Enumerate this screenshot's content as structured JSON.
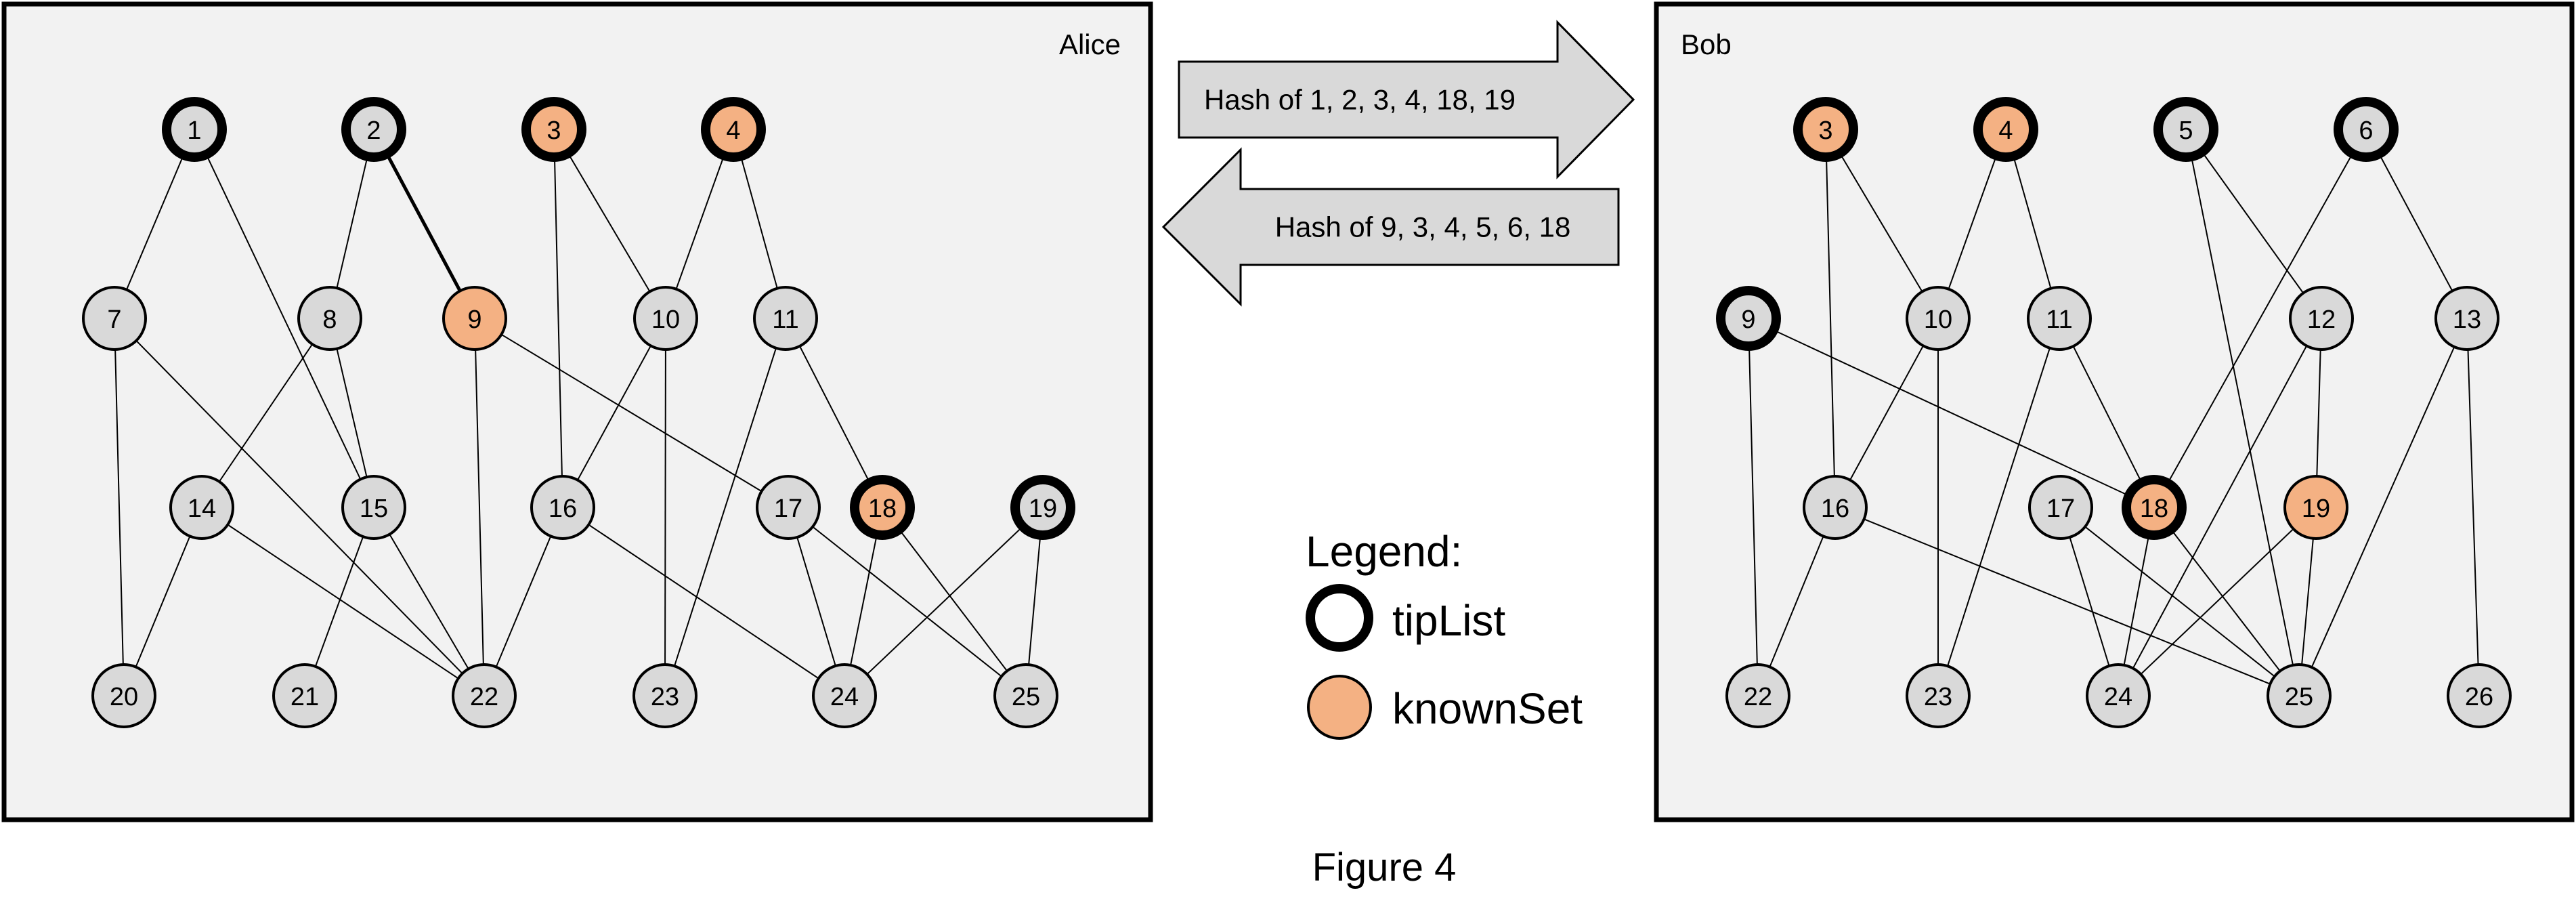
{
  "colors": {
    "panel_fill": "#f2f2f2",
    "node_fill": "#d9d9d9",
    "known_fill": "#f4b183",
    "arrow_fill": "#d9d9d9",
    "stroke": "#000000"
  },
  "panels": [
    {
      "id": "alice",
      "title": "Alice",
      "nodes": [
        {
          "label": "1",
          "tip": true,
          "known": false
        },
        {
          "label": "2",
          "tip": true,
          "known": false
        },
        {
          "label": "3",
          "tip": true,
          "known": true
        },
        {
          "label": "4",
          "tip": true,
          "known": true
        },
        {
          "label": "7",
          "tip": false,
          "known": false
        },
        {
          "label": "8",
          "tip": false,
          "known": false
        },
        {
          "label": "9",
          "tip": false,
          "known": true
        },
        {
          "label": "10",
          "tip": false,
          "known": false
        },
        {
          "label": "11",
          "tip": false,
          "known": false
        },
        {
          "label": "14",
          "tip": false,
          "known": false
        },
        {
          "label": "15",
          "tip": false,
          "known": false
        },
        {
          "label": "16",
          "tip": false,
          "known": false
        },
        {
          "label": "17",
          "tip": false,
          "known": false
        },
        {
          "label": "18",
          "tip": true,
          "known": true
        },
        {
          "label": "19",
          "tip": true,
          "known": false
        },
        {
          "label": "20",
          "tip": false,
          "known": false
        },
        {
          "label": "21",
          "tip": false,
          "known": false
        },
        {
          "label": "22",
          "tip": false,
          "known": false
        },
        {
          "label": "23",
          "tip": false,
          "known": false
        },
        {
          "label": "24",
          "tip": false,
          "known": false
        },
        {
          "label": "25",
          "tip": false,
          "known": false
        }
      ],
      "edges": [
        [
          "1",
          "7"
        ],
        [
          "1",
          "15"
        ],
        [
          "2",
          "8"
        ],
        [
          "2",
          "9",
          "bold"
        ],
        [
          "3",
          "10"
        ],
        [
          "3",
          "16"
        ],
        [
          "4",
          "10"
        ],
        [
          "4",
          "11"
        ],
        [
          "7",
          "20"
        ],
        [
          "7",
          "22"
        ],
        [
          "8",
          "14"
        ],
        [
          "8",
          "15"
        ],
        [
          "9",
          "17"
        ],
        [
          "9",
          "22"
        ],
        [
          "10",
          "16"
        ],
        [
          "10",
          "23"
        ],
        [
          "11",
          "18"
        ],
        [
          "11",
          "23"
        ],
        [
          "14",
          "20"
        ],
        [
          "14",
          "22"
        ],
        [
          "15",
          "21"
        ],
        [
          "15",
          "22"
        ],
        [
          "16",
          "22"
        ],
        [
          "16",
          "24"
        ],
        [
          "17",
          "24"
        ],
        [
          "17",
          "25"
        ],
        [
          "18",
          "24"
        ],
        [
          "18",
          "25"
        ],
        [
          "19",
          "24"
        ],
        [
          "19",
          "25"
        ]
      ]
    },
    {
      "id": "bob",
      "title": "Bob",
      "nodes": [
        {
          "label": "3",
          "tip": true,
          "known": true
        },
        {
          "label": "4",
          "tip": true,
          "known": true
        },
        {
          "label": "5",
          "tip": true,
          "known": false
        },
        {
          "label": "6",
          "tip": true,
          "known": false
        },
        {
          "label": "9",
          "tip": true,
          "known": false
        },
        {
          "label": "10",
          "tip": false,
          "known": false
        },
        {
          "label": "11",
          "tip": false,
          "known": false
        },
        {
          "label": "12",
          "tip": false,
          "known": false
        },
        {
          "label": "13",
          "tip": false,
          "known": false
        },
        {
          "label": "16",
          "tip": false,
          "known": false
        },
        {
          "label": "17",
          "tip": false,
          "known": false
        },
        {
          "label": "18",
          "tip": true,
          "known": true
        },
        {
          "label": "19",
          "tip": false,
          "known": true
        },
        {
          "label": "22",
          "tip": false,
          "known": false
        },
        {
          "label": "23",
          "tip": false,
          "known": false
        },
        {
          "label": "24",
          "tip": false,
          "known": false
        },
        {
          "label": "25",
          "tip": false,
          "known": false
        },
        {
          "label": "26",
          "tip": false,
          "known": false
        }
      ],
      "edges": [
        [
          "3",
          "10"
        ],
        [
          "3",
          "16"
        ],
        [
          "4",
          "10"
        ],
        [
          "4",
          "11"
        ],
        [
          "5",
          "12"
        ],
        [
          "5",
          "25"
        ],
        [
          "6",
          "13"
        ],
        [
          "6",
          "18"
        ],
        [
          "9",
          "18"
        ],
        [
          "9",
          "22"
        ],
        [
          "10",
          "16"
        ],
        [
          "10",
          "23"
        ],
        [
          "11",
          "18"
        ],
        [
          "11",
          "23"
        ],
        [
          "12",
          "19"
        ],
        [
          "12",
          "24"
        ],
        [
          "13",
          "25"
        ],
        [
          "13",
          "26"
        ],
        [
          "16",
          "22"
        ],
        [
          "16",
          "25"
        ],
        [
          "17",
          "24"
        ],
        [
          "17",
          "25"
        ],
        [
          "18",
          "24"
        ],
        [
          "18",
          "25"
        ],
        [
          "19",
          "24"
        ],
        [
          "19",
          "25"
        ]
      ]
    }
  ],
  "messages": [
    {
      "id": "to-bob",
      "text": "Hash of 1, 2, 3, 4, 18, 19",
      "direction": "right"
    },
    {
      "id": "to-alice",
      "text": "Hash of 9, 3, 4, 5, 6, 18",
      "direction": "left"
    }
  ],
  "legend": {
    "title": "Legend:",
    "items": [
      {
        "label": "tipList",
        "style": "tip"
      },
      {
        "label": "knownSet",
        "style": "known"
      }
    ]
  },
  "caption": "Figure 4"
}
